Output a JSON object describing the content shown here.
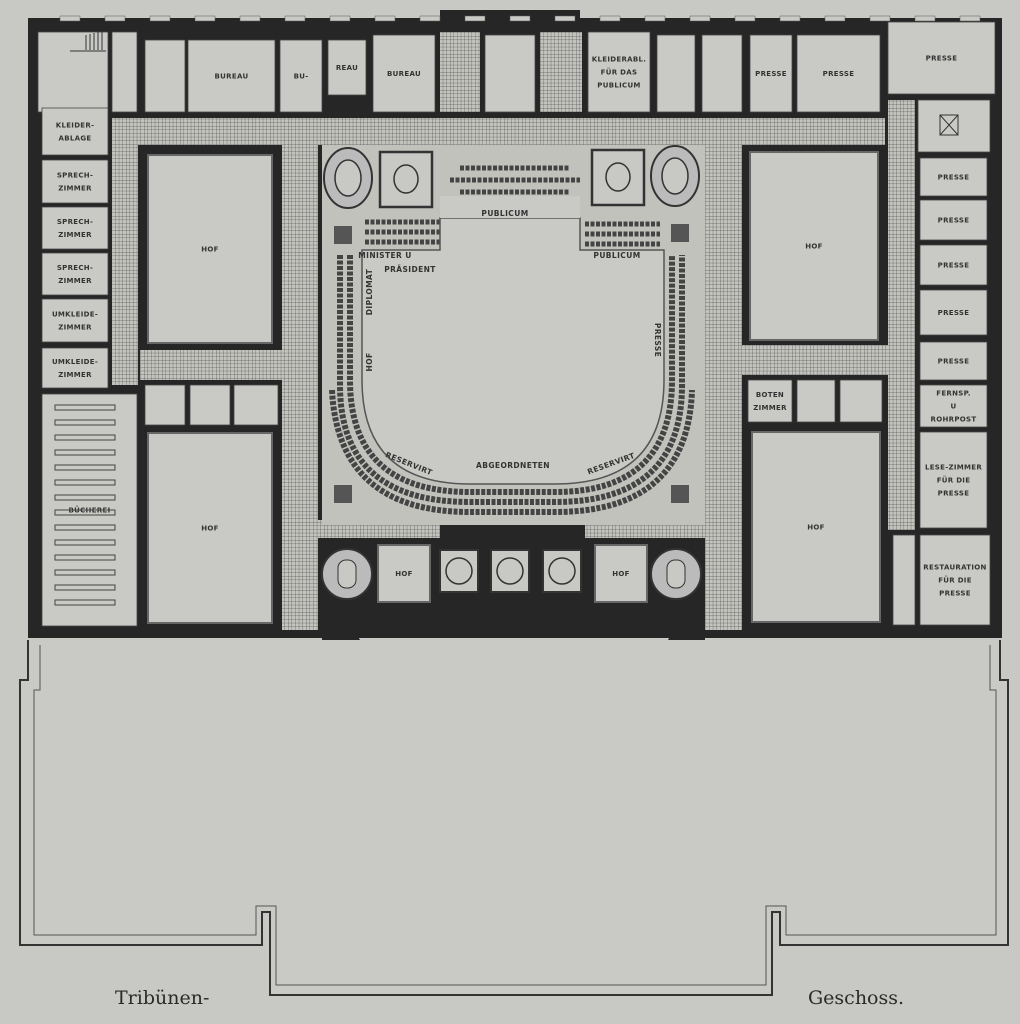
{
  "title": {
    "left": "Tribünen-",
    "right": "Geschoss."
  },
  "rooms": {
    "bureau_1": [
      "BUREAU"
    ],
    "bureau_2a": [
      "BU-"
    ],
    "bureau_2b": [
      "REAU"
    ],
    "bureau_3": [
      "BUREAU"
    ],
    "kleiderablage_publicum": [
      "KLEIDERABL.",
      "FÜR DAS",
      "PUBLICUM"
    ],
    "presse_top_1": [
      "PRESSE"
    ],
    "presse_top_2": [
      "PRESSE"
    ],
    "presse_top_3": [
      "PRESSE"
    ],
    "kleiderablage": [
      "KLEIDER-",
      "ABLAGE"
    ],
    "sprech_1": [
      "SPRECH-",
      "ZIMMER"
    ],
    "sprech_2": [
      "SPRECH-",
      "ZIMMER"
    ],
    "sprech_3": [
      "SPRECH-",
      "ZIMMER"
    ],
    "umkleide_1": [
      "UMKLEIDE-",
      "ZIMMER"
    ],
    "umkleide_2": [
      "UMKLEIDE-",
      "ZIMMER"
    ],
    "buecherei": [
      "BÜCHEREI"
    ],
    "hof_left_top": [
      "HOF"
    ],
    "hof_left_bottom": [
      "HOF"
    ],
    "hof_right_top": [
      "HOF"
    ],
    "hof_right_bottom": [
      "HOF"
    ],
    "hof_front_left": [
      "HOF"
    ],
    "hof_front_right": [
      "HOF"
    ],
    "presse_right_1": [
      "PRESSE"
    ],
    "presse_right_2": [
      "PRESSE"
    ],
    "presse_right_3": [
      "PRESSE"
    ],
    "presse_right_4": [
      "PRESSE"
    ],
    "presse_right_5": [
      "PRESSE"
    ],
    "fernsprech": [
      "FERNSP.",
      "U",
      "ROHRPOST"
    ],
    "lesezimmer": [
      "LESE-ZIMMER",
      "FÜR DIE",
      "PRESSE"
    ],
    "restauration": [
      "RESTAURATION",
      "FÜR DIE",
      "PRESSE"
    ],
    "botenzimmer": [
      "BOTEN",
      "ZIMMER"
    ]
  },
  "chamber": {
    "publicum_top": "PUBLICUM",
    "publicum_right": "PUBLICUM",
    "minister": "MINISTER U",
    "praesident": "PRÄSIDENT",
    "diplomat": "DIPLOMAT",
    "hof": "HOF",
    "presse": "PRESSE",
    "abgeordneten": "ABGEORDNETEN",
    "reservirt_left": "RESERVIRT",
    "reservirt_right": "RESERVIRT"
  }
}
